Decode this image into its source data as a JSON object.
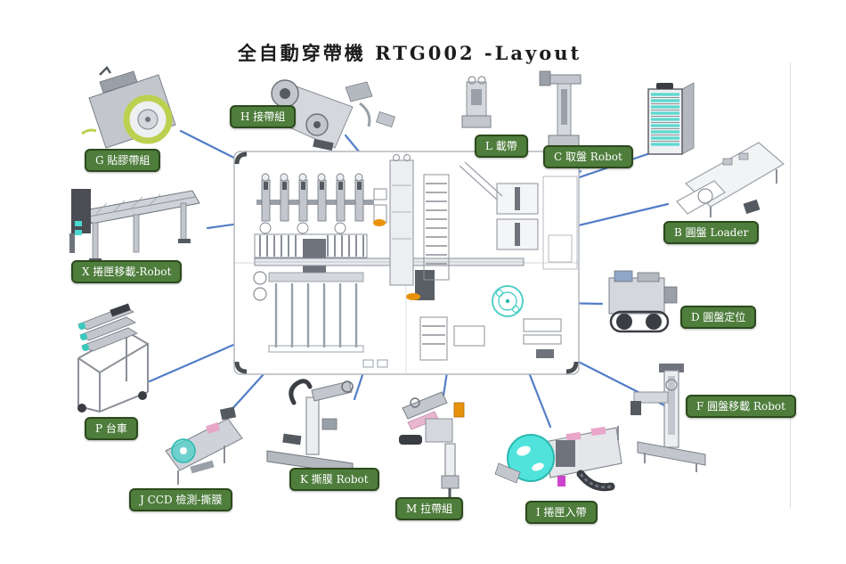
{
  "title": "全自動穿帶機 RTG002 -Layout",
  "labels": [
    {
      "id": "G",
      "text": "G 貼膠帶組"
    },
    {
      "id": "H",
      "text": "H 接帶組"
    },
    {
      "id": "L",
      "text": "L 載帶"
    },
    {
      "id": "C",
      "text": "C 取盤 Robot"
    },
    {
      "id": "B",
      "text": "B 圓盤 Loader"
    },
    {
      "id": "X",
      "text": "X 捲匣移載-Robot"
    },
    {
      "id": "D",
      "text": "D 圓盤定位"
    },
    {
      "id": "F",
      "text": "F 圓盤移載 Robot"
    },
    {
      "id": "P",
      "text": "P 台車"
    },
    {
      "id": "J",
      "text": "J CCD 檢測-撕膜"
    },
    {
      "id": "K",
      "text": "K 撕膜 Robot"
    },
    {
      "id": "M",
      "text": "M 拉帶組"
    },
    {
      "id": "I",
      "text": "I 捲匣入帶"
    }
  ],
  "colors": {
    "label_bg": "#4e7d3c",
    "label_border": "#2c4a1c",
    "label_text": "#ffffff",
    "leader_line": "#4472c4",
    "accent_teal": "#4fd0c8",
    "accent_cyan": "#4fe3dc",
    "accent_orange": "#e8920c",
    "accent_yellow_green": "#bcd04f",
    "accent_pink": "#e8a6c8",
    "cad_gray": "#9aa0a8"
  }
}
